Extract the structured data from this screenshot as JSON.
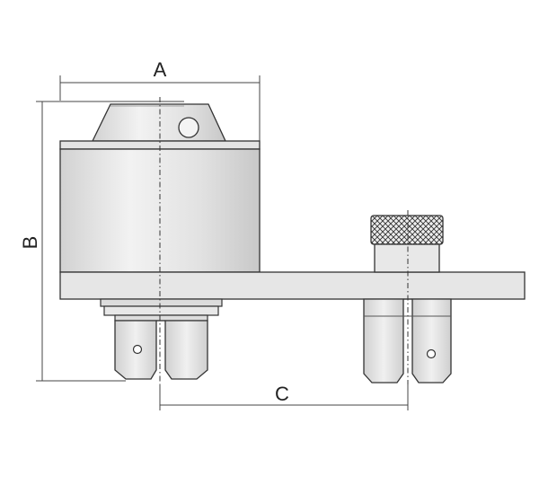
{
  "diagram": {
    "dimension_labels": {
      "a": "A",
      "b": "B",
      "c": "C"
    },
    "colors": {
      "outline": "#333333",
      "fill_light": "#ececec",
      "fill_mid": "#dedede",
      "fill_dark": "#cfcfcf",
      "dimension_line": "#444444",
      "background": "#ffffff"
    }
  }
}
